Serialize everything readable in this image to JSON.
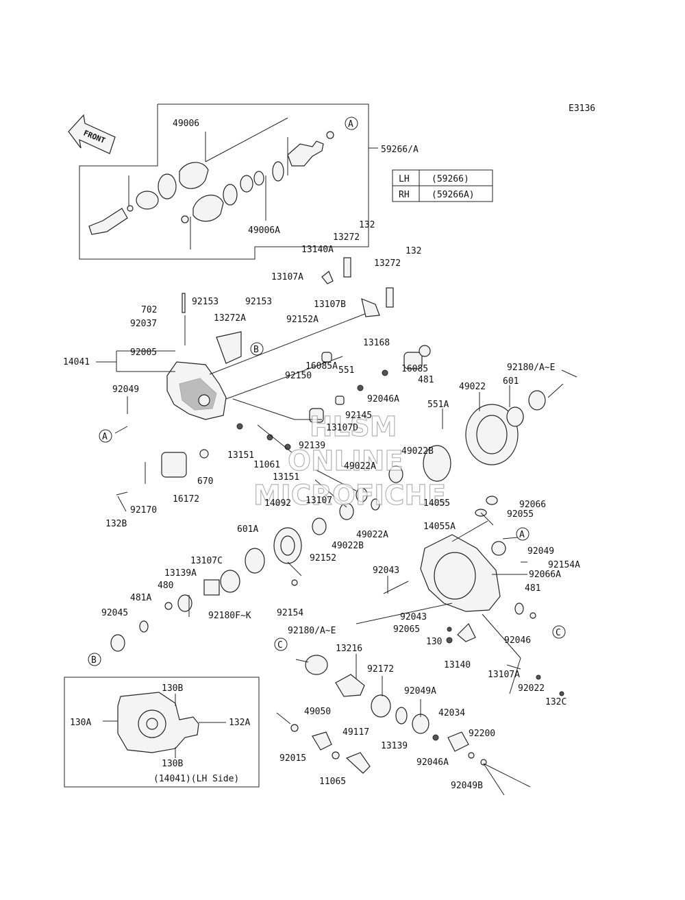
{
  "diagram": {
    "code": "E3136",
    "front_label": "FRONT",
    "watermark": [
      "HLSM",
      "ONLINE",
      "MICROFICHE"
    ],
    "lh_rh_table": {
      "rows": [
        {
          "side": "LH",
          "part": "(59266)"
        },
        {
          "side": "RH",
          "part": "(59266A)"
        }
      ]
    },
    "inset_caption": "(14041)(LH Side)",
    "ref_letters": [
      "A",
      "B",
      "C"
    ],
    "callouts": {
      "c49006": "49006",
      "c59266A": "59266/A",
      "c49006A": "49006A",
      "c132a": "132",
      "c13272a": "13272",
      "c13140A": "13140A",
      "c132b": "132",
      "c13272b": "13272",
      "c13107A": "13107A",
      "c13107B": "13107B",
      "c702": "702",
      "c92153a": "92153",
      "c92153b": "92153",
      "c92037": "92037",
      "c13272A": "13272A",
      "c92152A": "92152A",
      "c13168": "13168",
      "c92005": "92005",
      "c14041": "14041",
      "c551": "551",
      "c16085A": "16085A",
      "c481a": "481",
      "c16085": "16085",
      "c92150": "92150",
      "c92180AE": "92180/A~E",
      "c601": "601",
      "c49022": "49022",
      "c92049a": "92049",
      "c92046A": "92046A",
      "c551A": "551A",
      "c92145": "92145",
      "c13107D": "13107D",
      "c92139": "92139",
      "c49022B": "49022B",
      "c49022A": "49022A",
      "c13151a": "13151",
      "c11061": "11061",
      "c13151b": "13151",
      "c670": "670",
      "c16172": "16172",
      "c92170": "92170",
      "c132B": "132B",
      "c13107": "13107",
      "c14092": "14092",
      "c14055": "14055",
      "c92066": "92066",
      "c92055": "92055",
      "c49022A2": "49022A",
      "c49022B2": "49022B",
      "c601A": "601A",
      "c92152": "92152",
      "c14055A": "14055A",
      "c92049b": "92049",
      "c13107C": "13107C",
      "c13139A": "13139A",
      "c92043a": "92043",
      "c92154A": "92154A",
      "c92066A": "92066A",
      "c480": "480",
      "c481A": "481A",
      "c92045": "92045",
      "c92180FK": "92180F~K",
      "c92154": "92154",
      "c481b": "481",
      "c92043b": "92043",
      "c92065": "92065",
      "c130": "130",
      "c92046": "92046",
      "c92180AE2": "92180/A~E",
      "c13216": "13216",
      "c13140": "13140",
      "c92172": "92172",
      "c92049A": "92049A",
      "c13107A2": "13107A",
      "c92022": "92022",
      "c132C": "132C",
      "c49050": "49050",
      "c42034": "42034",
      "c49117": "49117",
      "c92200": "92200",
      "c92015": "92015",
      "c13139": "13139",
      "c92046A2": "92046A",
      "c11065": "11065",
      "c92049B": "92049B",
      "c130B1": "130B",
      "c130A": "130A",
      "c132A": "132A",
      "c130B2": "130B"
    }
  }
}
